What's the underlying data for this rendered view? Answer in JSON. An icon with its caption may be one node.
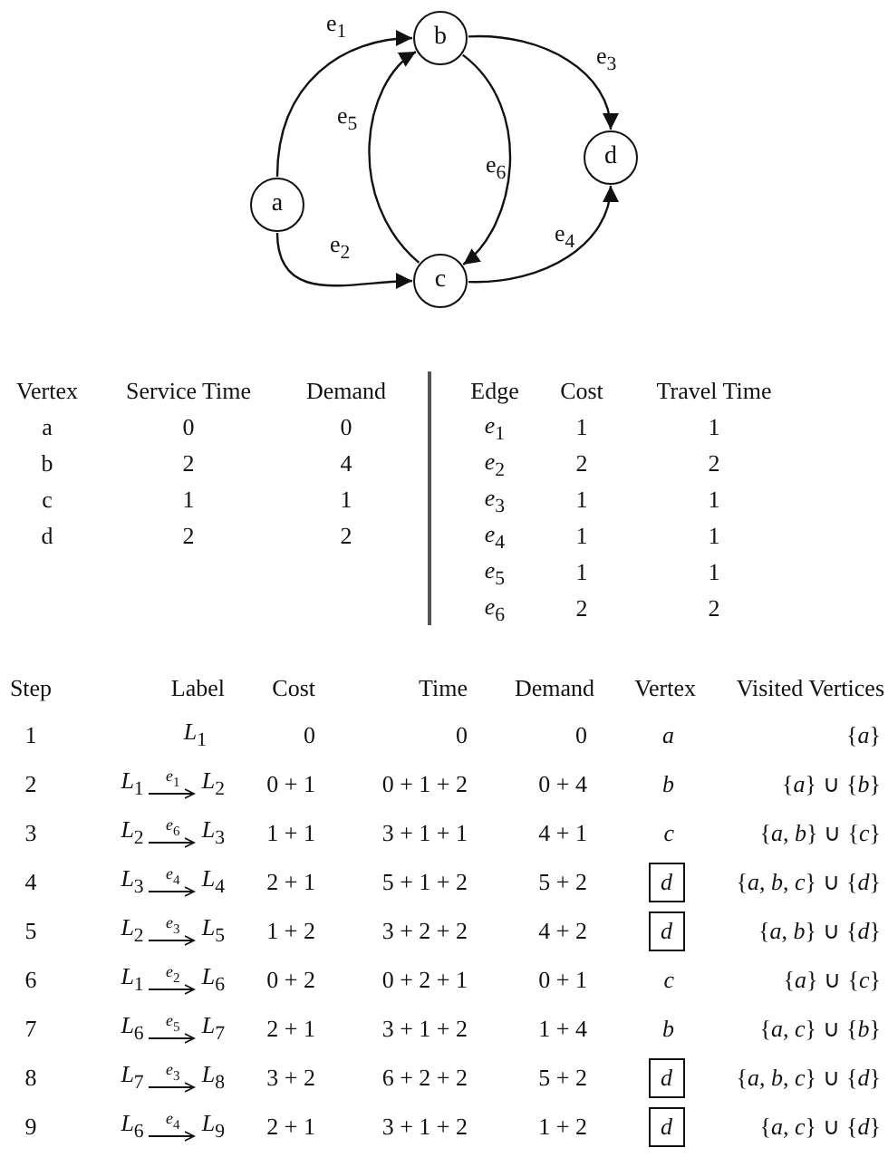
{
  "diagram": {
    "nodes": [
      {
        "text": [
          "a"
        ]
      },
      {
        "text": [
          "b"
        ]
      },
      {
        "text": [
          "c"
        ]
      },
      {
        "text": [
          "d"
        ]
      },
      {
        "text": [
          "d"
        ]
      },
      {
        "text": [
          "d"
        ]
      },
      {
        "text": [
          "d"
        ]
      },
      {
        "text": [
          "d"
        ]
      }
    ],
    "edges": [
      {
        "from": 0,
        "to": 1,
        "arrow": "to",
        "label": "e$_{1}$"
      },
      {
        "from": 0,
        "to": 2,
        "arrow": "to",
        "label": "e$_{2}$"
      },
      {
        "from": 1,
        "to": 3,
        "arrow": "to",
        "label": "e$_{3}$"
      },
      {
        "from": 2,
        "to": 3,
        "arrow": "to",
        "label": "e$_{4}$"
      },
      {
        "from": 2,
        "to": 1,
        "arrow": "to",
        "label": "e$_{5}$"
      },
      {
        "from": 1,
        "to": 2,
        "arrow": "to",
        "label": "e$_{6}$"
      }
    ],
    "labels": [
      "Vertex",
      "Service Time",
      "Demand",
      "a",
      "0",
      "0",
      "b",
      "2",
      "4",
      "c",
      "1",
      "1",
      "d",
      "2",
      "2",
      "Edge",
      "Cost",
      "Travel Time",
      "*e*$_{1}$",
      "1",
      "1",
      "*e*$_{2}$",
      "2",
      "2",
      "*e*$_{3}$",
      "1",
      "1",
      "*e*$_{4}$",
      "1",
      "1",
      "*e*$_{5}$",
      "1",
      "1",
      "*e*$_{6}$",
      "2",
      "2",
      "Step",
      "Label",
      "Cost",
      "Time",
      "Demand",
      "Vertex",
      "Visited Vertices",
      "1",
      "*L*$_{1}$",
      "0",
      "0",
      "0",
      "a",
      "{*a*}",
      "2",
      "*L*$_{1}$",
      "*e*$_{1}$",
      "*L*$_{2}$",
      "0 + 1",
      "0 + 1 + 2",
      "0 + 4",
      "b",
      "{*a*} ∪ {*b*}",
      "3",
      "*L*$_{2}$",
      "*e*$_{6}$",
      "*L*$_{3}$",
      "1 + 1",
      "3 + 1 + 1",
      "4 + 1",
      "c",
      "{*a*, *b*} ∪ {*c*}",
      "4",
      "*L*$_{3}$",
      "*e*$_{4}$",
      "*L*$_{4}$",
      "2 + 1",
      "5 + 1 + 2",
      "5 + 2",
      "{*a*, *b*, *c*} ∪ {*d*}",
      "5",
      "*L*$_{2}$",
      "*e*$_{3}$",
      "*L*$_{5}$",
      "1 + 2",
      "3 + 2 + 2",
      "4 + 2",
      "{*a*, *b*} ∪ {*d*}",
      "6",
      "*L*$_{1}$",
      "*e*$_{2}$",
      "*L*$_{6}$",
      "0 + 2",
      "0 + 2 + 1",
      "0 + 1",
      "c",
      "{*a*} ∪ {*c*}",
      "7",
      "*L*$_{6}$",
      "*e*$_{5}$",
      "*L*$_{7}$",
      "2 + 1",
      "3 + 1 + 2",
      "1 + 4",
      "b",
      "{*a*, *c*} ∪ {*b*}",
      "8",
      "*L*$_{7}$",
      "*e*$_{3}$",
      "*L*$_{8}$",
      "3 + 2",
      "6 + 2 + 2",
      "5 + 2",
      "{*a*, *b*, *c*} ∪ {*d*}",
      "9",
      "*L*$_{6}$",
      "*e*$_{4}$",
      "*L*$_{9}$",
      "2 + 1",
      "3 + 1 + 2",
      "1 + 2",
      "{*a*, *c*} ∪ {*d*}"
    ]
  }
}
